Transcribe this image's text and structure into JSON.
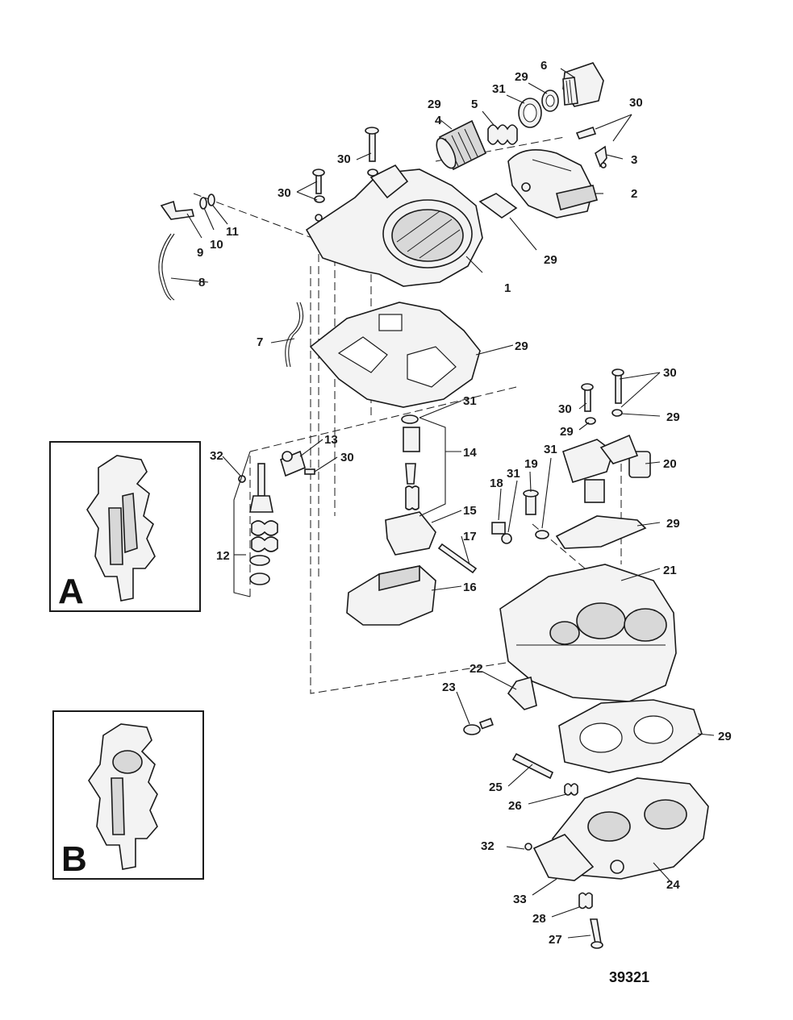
{
  "figure_number": "39321",
  "insets": [
    {
      "letter": "A"
    },
    {
      "letter": "B"
    }
  ],
  "callouts": {
    "c1": "1",
    "c2": "2",
    "c3": "3",
    "c4": "4",
    "c5": "5",
    "c6": "6",
    "c7": "7",
    "c8": "8",
    "c9": "9",
    "c10": "10",
    "c11": "11",
    "c12": "12",
    "c13": "13",
    "c14": "14",
    "c15": "15",
    "c16": "16",
    "c17": "17",
    "c18": "18",
    "c19": "19",
    "c20": "20",
    "c21": "21",
    "c22": "22",
    "c23": "23",
    "c24": "24",
    "c25": "25",
    "c26": "26",
    "c27": "27",
    "c28": "28",
    "c29": "29",
    "c30": "30",
    "c31": "31",
    "c32": "32",
    "c33": "33"
  }
}
